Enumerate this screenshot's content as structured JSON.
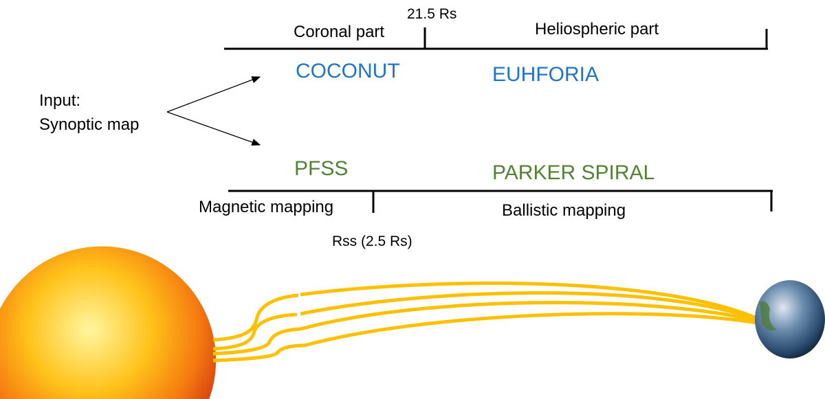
{
  "input_label": {
    "line1": "Input:",
    "line2": "Synoptic map"
  },
  "top_scale": {
    "left_label": "Coronal part",
    "boundary_label": "21.5 Rs",
    "right_label": "Heliospheric part",
    "models": {
      "coronal": "COCONUT",
      "heliospheric": "EUHFORIA"
    }
  },
  "bottom_scale": {
    "left_label": "Magnetic mapping",
    "boundary_label": "Rss (2.5 Rs)",
    "right_label": "Ballistic mapping",
    "models": {
      "coronal": "PFSS",
      "heliospheric": "PARKER SPIRAL"
    }
  },
  "colors": {
    "model_blue": "#1f74c4",
    "model_green": "#548235",
    "field_line": "#ffc000"
  }
}
